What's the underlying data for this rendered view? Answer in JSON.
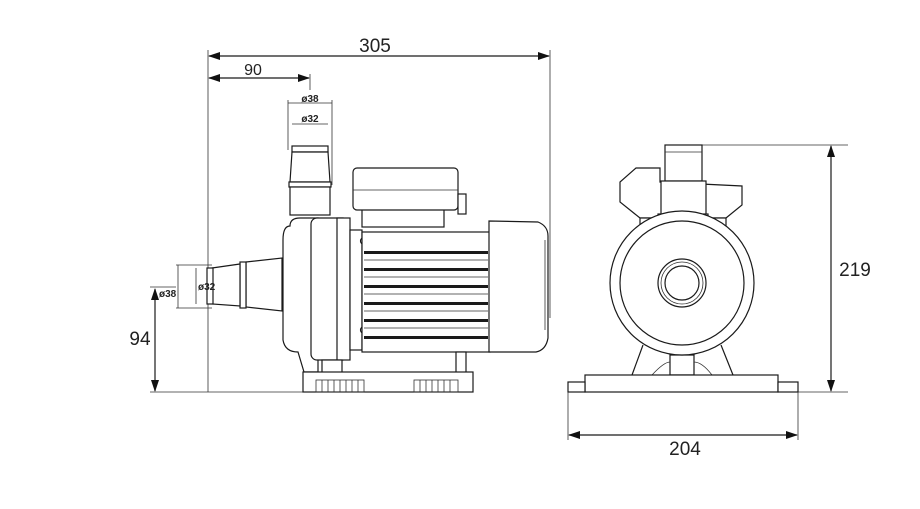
{
  "title": "Pump dimension drawing",
  "side_view": {
    "overall_length": "305",
    "outlet_offset": "90",
    "outlet_outer_diameter": "ø38",
    "outlet_inner_diameter": "ø32",
    "inlet_inner_diameter": "ø32",
    "inlet_outer_diameter": "ø38",
    "inlet_height": "94"
  },
  "front_view": {
    "overall_height": "219",
    "base_width": "204"
  },
  "colors": {
    "line": "#1a1a1a",
    "background": "#ffffff"
  }
}
